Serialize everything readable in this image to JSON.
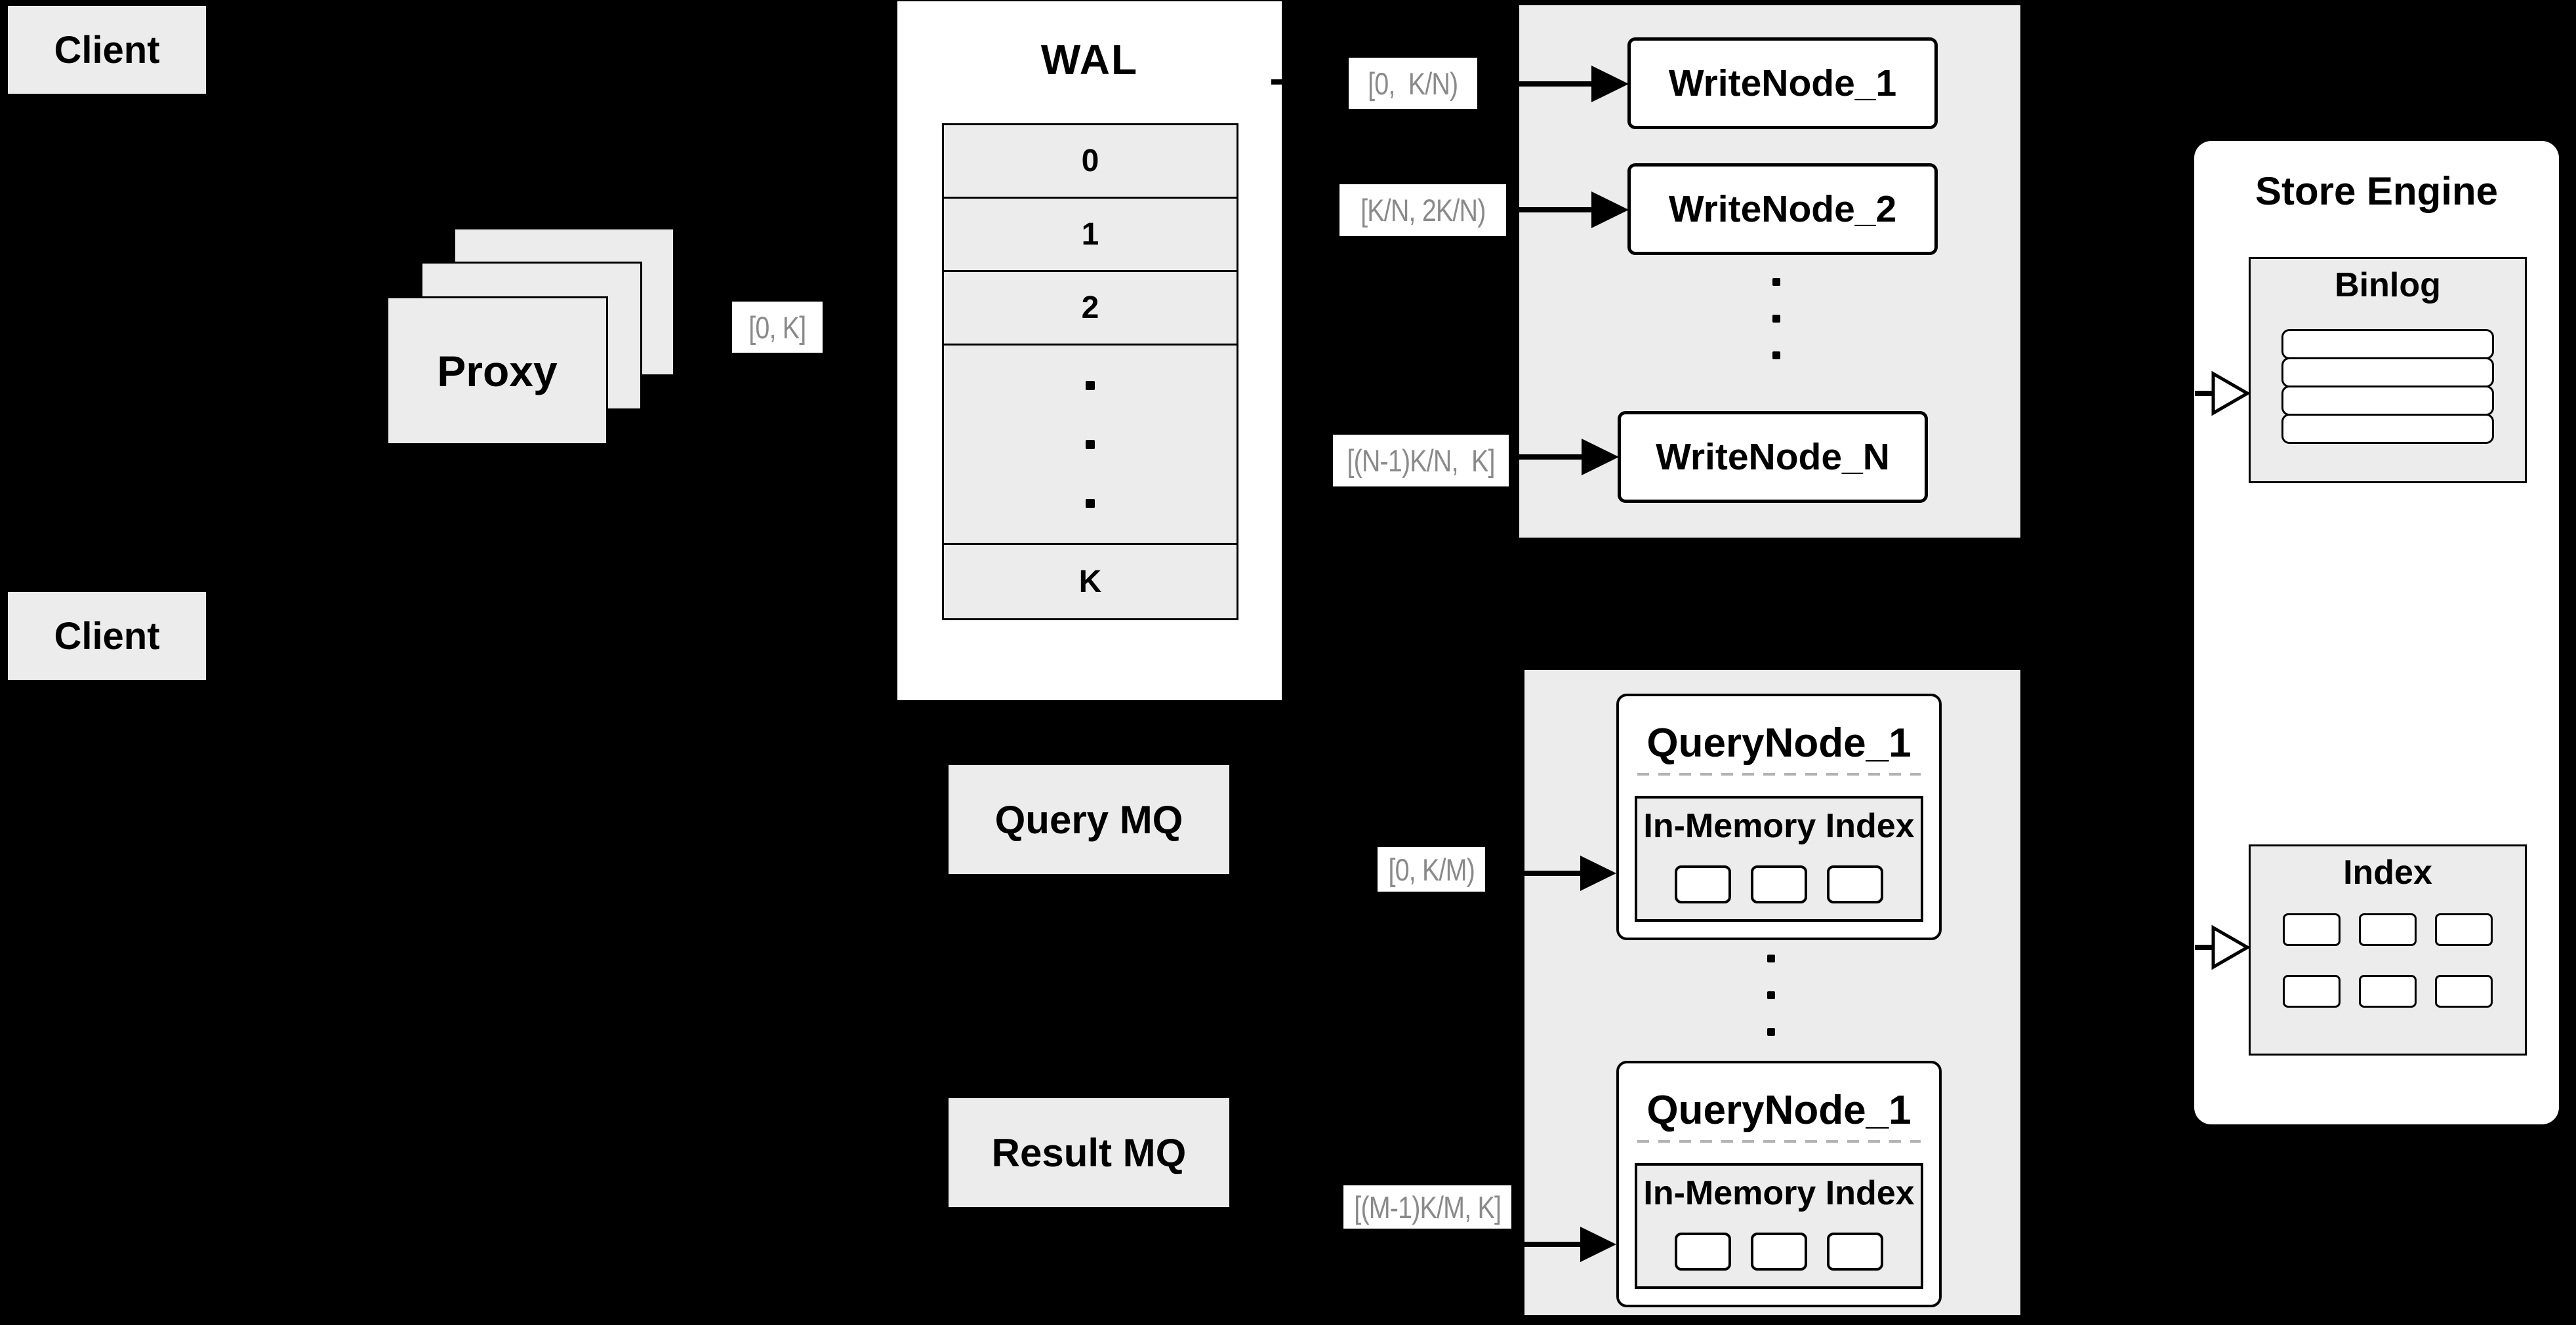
{
  "colors": {
    "background": "#000000",
    "panel_gray": "#ececec",
    "box_white": "#ffffff",
    "line_black": "#000000",
    "range_label_text": "#8a8a8a"
  },
  "clients": {
    "top": "Client",
    "bottom": "Client"
  },
  "proxy": {
    "label": "Proxy"
  },
  "wal": {
    "title": "WAL",
    "rows": [
      "0",
      "1",
      "2",
      "K"
    ]
  },
  "range_labels": {
    "proxy_out": "[0, K]",
    "write_node_1": "[0,  K/N)",
    "write_node_2": "[K/N, 2K/N)",
    "write_node_n": "[(N-1)K/N,  K]",
    "query_node_1": "[0, K/M)",
    "query_node_m": "[(M-1)K/M, K]"
  },
  "write_nodes": {
    "node_1": "WriteNode_1",
    "node_2": "WriteNode_2",
    "node_n": "WriteNode_N"
  },
  "query_nodes": {
    "node_1": {
      "title": "QueryNode_1",
      "inner_title": "In-Memory Index"
    },
    "node_2": {
      "title": "QueryNode_1",
      "inner_title": "In-Memory Index"
    }
  },
  "mq": {
    "query": "Query MQ",
    "result": "Result MQ"
  },
  "store_engine": {
    "title": "Store Engine",
    "binlog_title": "Binlog",
    "index_title": "Index"
  }
}
